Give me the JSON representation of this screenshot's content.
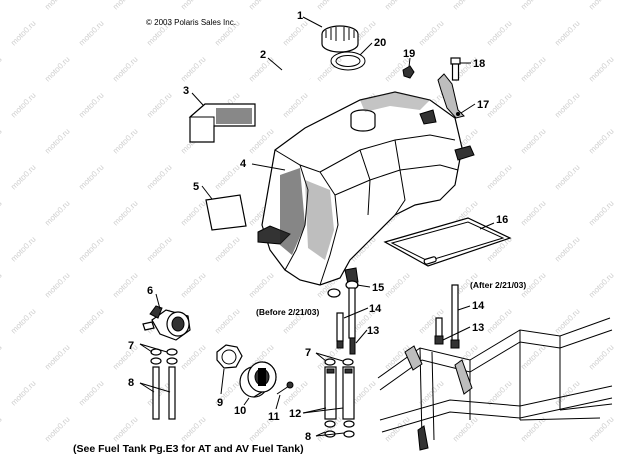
{
  "copyright": "© 2003 Polaris Sales Inc.",
  "callouts": [
    "1",
    "2",
    "3",
    "4",
    "5",
    "6",
    "7",
    "8",
    "9",
    "10",
    "11",
    "12",
    "13",
    "14",
    "15",
    "16",
    "17",
    "18",
    "19",
    "20"
  ],
  "duplicate_callouts": [
    "7",
    "8",
    "13",
    "14"
  ],
  "captions": {
    "before": "(Before 2/21/03)",
    "after": "(After 2/21/03)"
  },
  "footnote": "(See Fuel Tank Pg.E3 for AT and AV Fuel Tank)",
  "watermark": "moto0.ru"
}
